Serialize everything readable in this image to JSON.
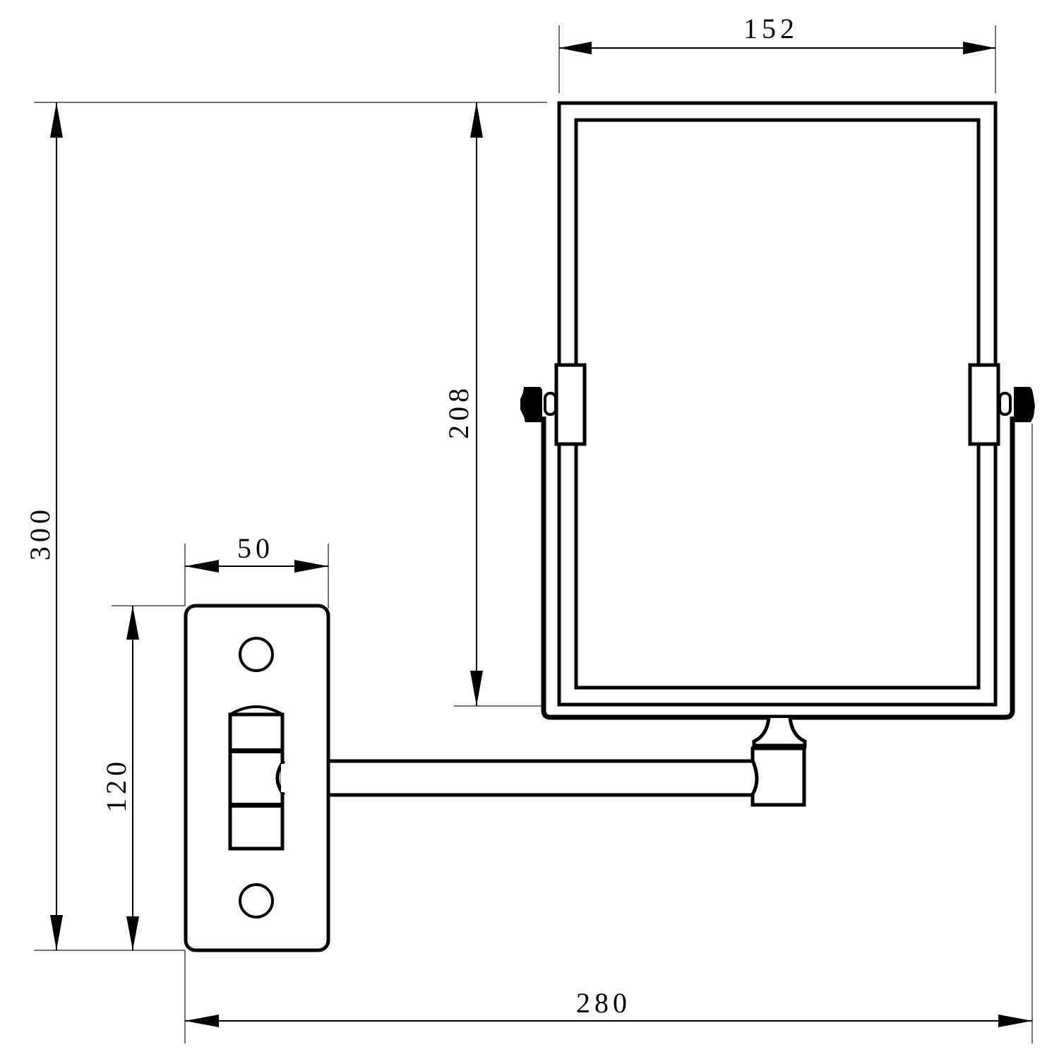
{
  "drawing": {
    "title": "Wall-mounted extending mirror - technical drawing",
    "stroke_color": "#000000",
    "background": "#ffffff"
  },
  "dimensions": {
    "mirror_width": {
      "value": "152",
      "unit": "mm"
    },
    "mirror_height": {
      "value": "208",
      "unit": "mm"
    },
    "overall_height": {
      "value": "300",
      "unit": "mm"
    },
    "plate_width": {
      "value": "50",
      "unit": "mm"
    },
    "plate_height": {
      "value": "120",
      "unit": "mm"
    },
    "overall_projection": {
      "value": "280",
      "unit": "mm"
    }
  },
  "components": [
    {
      "id": "mirror-frame",
      "label": "Rectangular mirror"
    },
    {
      "id": "u-bracket",
      "label": "Mirror U-bracket"
    },
    {
      "id": "tilt-knob-left",
      "label": "Tilt knob"
    },
    {
      "id": "tilt-knob-right",
      "label": "Tilt knob"
    },
    {
      "id": "swivel-arm",
      "label": "Swivel arm"
    },
    {
      "id": "arm-joint",
      "label": "Arm joint"
    },
    {
      "id": "wall-plate",
      "label": "Wall mounting plate"
    },
    {
      "id": "screw-hole-top",
      "label": "Screw hole"
    },
    {
      "id": "screw-hole-bottom",
      "label": "Screw hole"
    },
    {
      "id": "hinge-knuckle",
      "label": "Hinge knuckle"
    }
  ]
}
